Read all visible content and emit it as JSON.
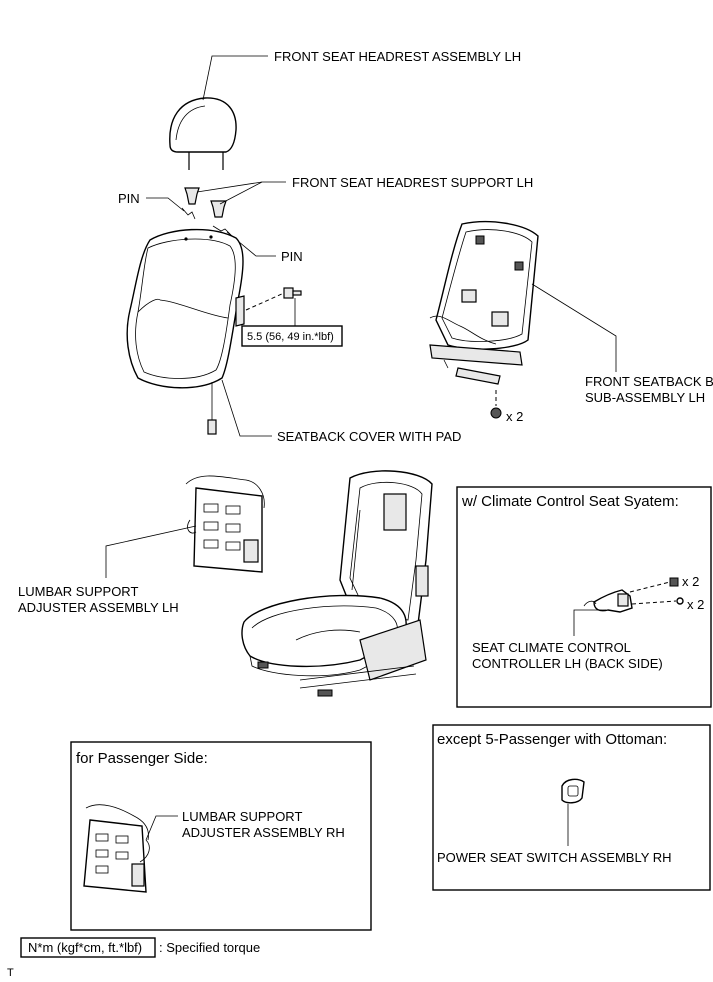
{
  "labels": {
    "headrest": "FRONT SEAT HEADREST ASSEMBLY LH",
    "headrest_support": "FRONT SEAT HEADREST SUPPORT LH",
    "pin_left": "PIN",
    "pin_right": "PIN",
    "torque": "5.5 (56, 49 in.*lbf)",
    "seatback_board_line1": "FRONT SEATBACK BOARD",
    "seatback_board_line2": "SUB-ASSEMBLY LH",
    "board_qty": "x 2",
    "seatback_cover": "SEATBACK COVER WITH PAD",
    "lumbar_lh_line1": "LUMBAR SUPPORT",
    "lumbar_lh_line2": "ADJUSTER ASSEMBLY LH",
    "climate_box_title": "w/ Climate Control Seat Syatem:",
    "climate_qty1": "x 2",
    "climate_qty2": "x 2",
    "climate_line1": "SEAT CLIMATE CONTROL",
    "climate_line2": "CONTROLLER LH (BACK SIDE)",
    "passenger_box_title": "for Passenger Side:",
    "lumbar_rh_line1": "LUMBAR SUPPORT",
    "lumbar_rh_line2": "ADJUSTER ASSEMBLY RH",
    "ottoman_box_title": "except 5-Passenger with Ottoman:",
    "power_switch": "POWER SEAT SWITCH ASSEMBLY RH",
    "legend_key": "N*m (kgf*cm, ft.*lbf)",
    "legend_desc": ": Specified torque",
    "corner_mark": "T"
  }
}
